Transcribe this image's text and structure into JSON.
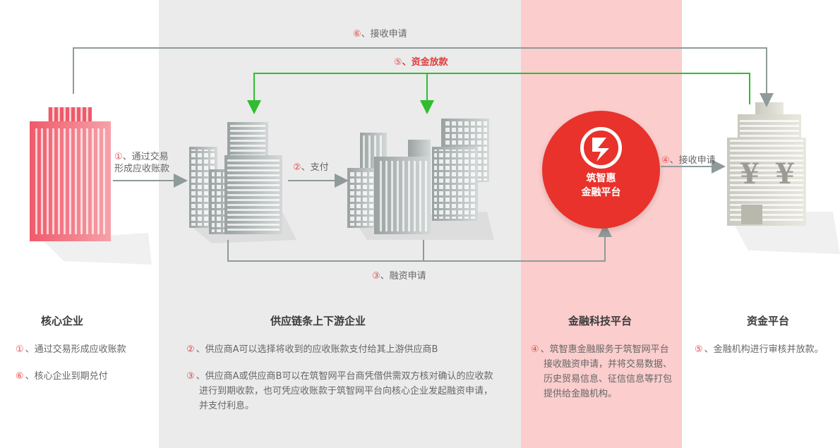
{
  "flow": {
    "step6": {
      "num": "⑥",
      "text": "、接收申请"
    },
    "step5": {
      "num": "⑤",
      "text": "、资金放款"
    },
    "step1": {
      "num": "①",
      "line1": "、通过交易",
      "line2": "形成应收账款"
    },
    "step2": {
      "num": "②",
      "text": "、支付"
    },
    "step3": {
      "num": "③",
      "text": "、融资申请"
    },
    "step4": {
      "num": "④",
      "text": "、接收申请"
    }
  },
  "platform_badge": {
    "line1": "筑智惠",
    "line2": "金融平台"
  },
  "sections": {
    "core": {
      "title": "核心企业",
      "items": [
        {
          "num": "①",
          "text": "、通过交易形成应收账款"
        },
        {
          "num": "⑥",
          "text": "、核心企业到期兑付"
        }
      ]
    },
    "supply": {
      "title": "供应链条上下游企业",
      "items": [
        {
          "num": "②",
          "text": "、供应商A可以选择将收到的应收账款支付给其上游供应商B"
        },
        {
          "num": "③",
          "text": "、供应商A或供应商B可以在筑智网平台商凭借供需双方核对确认的应收款进行到期收款，也可凭应收账款于筑智网平台向核心企业发起融资申请，并支付利息。"
        }
      ]
    },
    "fintech": {
      "title": "金融科技平台",
      "items": [
        {
          "num": "④",
          "text": "、筑智惠金融服务于筑智网平台接收融资申请，并将交易数据、历史贸易信息、征信信息等打包提供给金融机构。"
        }
      ]
    },
    "funds": {
      "title": "资金平台",
      "items": [
        {
          "num": "⑤",
          "text": "、金融机构进行审核并放款。"
        }
      ]
    }
  },
  "colors": {
    "accent_red": "#e8322b",
    "green_line": "#3cc83c",
    "gray_line": "#8f9a9a",
    "supply_band": "#ebebeb",
    "fintech_band": "#fbcdcd"
  }
}
